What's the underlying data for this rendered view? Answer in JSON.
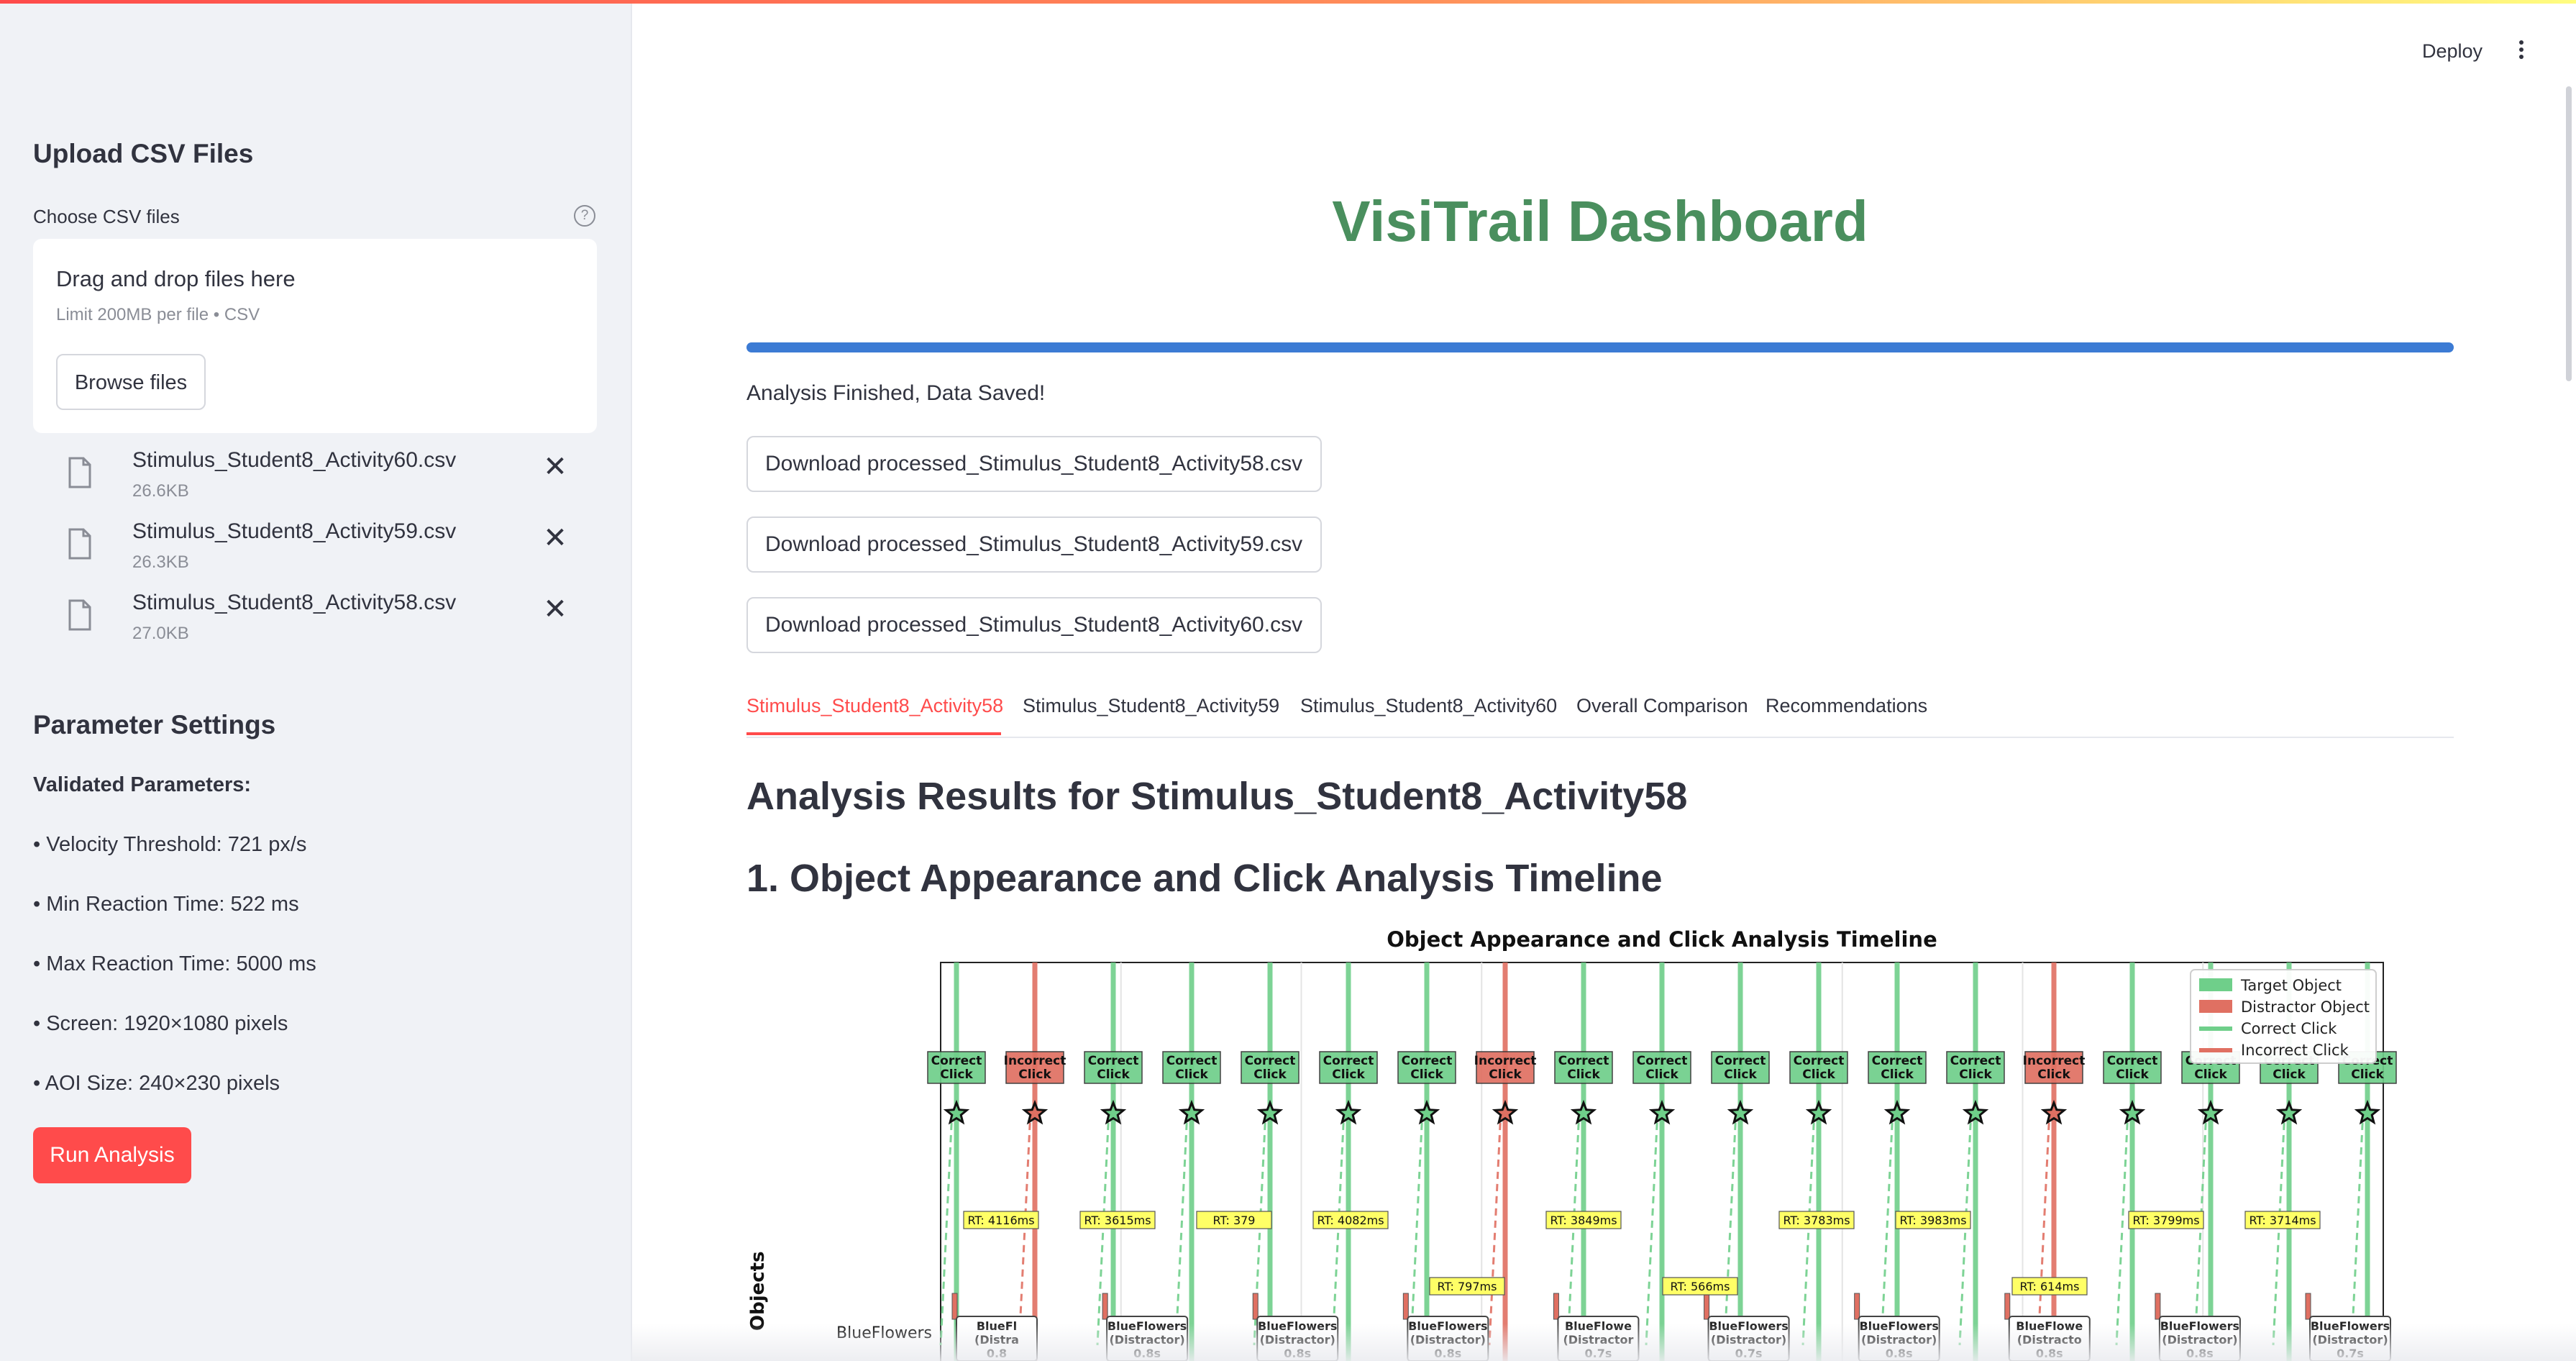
{
  "sidebar": {
    "upload_title": "Upload CSV Files",
    "choose_label": "Choose CSV files",
    "help_glyph": "?",
    "dropzone": {
      "title": "Drag and drop files here",
      "limit": "Limit 200MB per file • CSV",
      "browse_label": "Browse files"
    },
    "files": [
      {
        "name": "Stimulus_Student8_Activity60.csv",
        "size": "26.6KB"
      },
      {
        "name": "Stimulus_Student8_Activity59.csv",
        "size": "26.3KB"
      },
      {
        "name": "Stimulus_Student8_Activity58.csv",
        "size": "27.0KB"
      }
    ],
    "remove_glyph": "✕",
    "param_title": "Parameter Settings",
    "param_subtitle": "Validated Parameters:",
    "params": [
      "• Velocity Threshold: 721 px/s",
      "• Min Reaction Time: 522 ms",
      "• Max Reaction Time: 5000 ms",
      "• Screen: 1920×1080 pixels",
      "• AOI Size: 240×230 pixels"
    ],
    "run_label": "Run Analysis"
  },
  "header": {
    "deploy_label": "Deploy",
    "menu_icon": "kebab-menu-icon"
  },
  "main": {
    "title": "VisiTrail Dashboard",
    "progress": 1.0,
    "status": "Analysis Finished, Data Saved!",
    "downloads": [
      "Download processed_Stimulus_Student8_Activity58.csv",
      "Download processed_Stimulus_Student8_Activity59.csv",
      "Download processed_Stimulus_Student8_Activity60.csv"
    ],
    "tabs": [
      {
        "label": "Stimulus_Student8_Activity58",
        "active": true
      },
      {
        "label": "Stimulus_Student8_Activity59",
        "active": false
      },
      {
        "label": "Stimulus_Student8_Activity60",
        "active": false
      },
      {
        "label": "Overall Comparison",
        "active": false
      },
      {
        "label": "Recommendations",
        "active": false
      }
    ],
    "analysis_heading": "Analysis Results for Stimulus_Student8_Activity58",
    "timeline_heading": "1. Object Appearance and Click Analysis Timeline"
  },
  "colors": {
    "accent": "#ff4b4b",
    "title_green": "#4a8f5e",
    "progress_blue": "#3c7bd4",
    "target_green": "#6fcf8a",
    "distractor_red": "#e07062"
  },
  "chart_data": {
    "type": "timeline",
    "title": "Object Appearance and Click Analysis Timeline",
    "ylabel": "Objects",
    "y_tick": "BlueFlowers",
    "legend": [
      "Target Object",
      "Distractor Object",
      "Correct Click",
      "Incorrect Click"
    ],
    "legend_position": "top-right",
    "grid": true,
    "click_labels": {
      "correct": "Correct Click",
      "incorrect": "Incorrect Click"
    },
    "clicks": [
      {
        "kind": "correct"
      },
      {
        "kind": "incorrect"
      },
      {
        "kind": "correct"
      },
      {
        "kind": "correct"
      },
      {
        "kind": "correct"
      },
      {
        "kind": "correct"
      },
      {
        "kind": "correct"
      },
      {
        "kind": "incorrect"
      },
      {
        "kind": "correct"
      },
      {
        "kind": "correct"
      },
      {
        "kind": "correct"
      },
      {
        "kind": "correct"
      },
      {
        "kind": "correct"
      },
      {
        "kind": "correct"
      },
      {
        "kind": "incorrect"
      },
      {
        "kind": "correct"
      },
      {
        "kind": "correct"
      },
      {
        "kind": "correct"
      },
      {
        "kind": "correct"
      }
    ],
    "reaction_times": [
      "RT: 4116ms",
      "RT: 3615ms",
      "RT: 379",
      "RT: 4082ms",
      "RT: 797ms",
      "RT: 3849ms",
      "RT: 566ms",
      "RT: 3783ms",
      "RT: 3983ms",
      "RT: 614ms",
      "RT: 3799ms",
      "RT: 3714ms"
    ],
    "object_boxes": [
      {
        "name": "BlueFl",
        "role": "(Distra",
        "dur": "0.8"
      },
      {
        "name": "BlueFlowers",
        "role": "(Distractor)",
        "dur": "0.8s"
      },
      {
        "name": "BlueFlowers",
        "role": "(Distractor)",
        "dur": "0.8s"
      },
      {
        "name": "BlueFlowers",
        "role": "(Distractor)",
        "dur": "0.8s"
      },
      {
        "name": "BlueFlowe",
        "role": "(Distractor",
        "dur": "0.7s"
      },
      {
        "name": "BlueFlowers",
        "role": "(Distractor)",
        "dur": "0.7s"
      },
      {
        "name": "BlueFlowers",
        "role": "(Distractor)",
        "dur": "0.8s"
      },
      {
        "name": "BlueFlowe",
        "role": "(Distracto",
        "dur": "0.8s"
      },
      {
        "name": "BlueFlowers",
        "role": "(Distractor)",
        "dur": "0.8s"
      },
      {
        "name": "BlueFlowers",
        "role": "(Distractor)",
        "dur": "0.7s"
      }
    ]
  }
}
